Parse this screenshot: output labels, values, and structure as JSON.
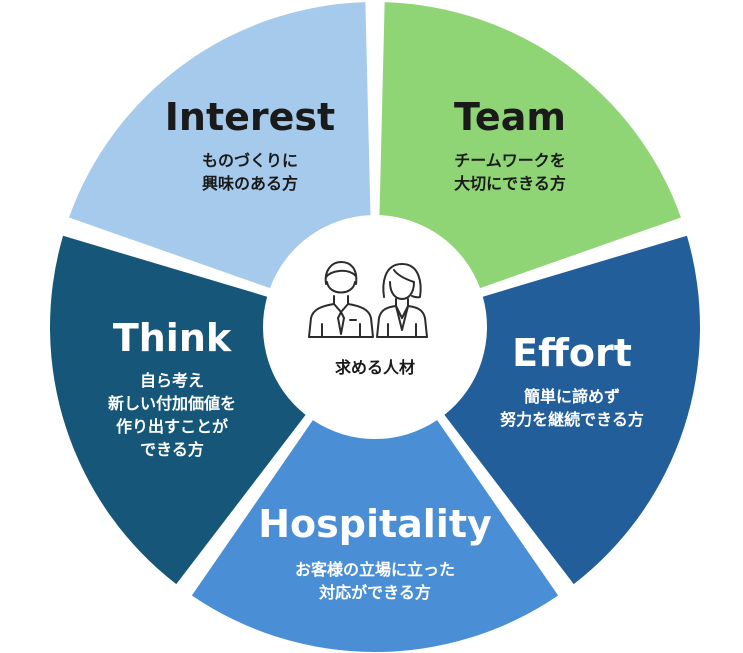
{
  "center": {
    "label": "求める人材",
    "icon": "people-icon"
  },
  "segments": [
    {
      "id": "team",
      "title": "Team",
      "desc": [
        "チームワークを",
        "大切にできる方"
      ],
      "color": "#8fd575",
      "text_color": "#1a1a1a"
    },
    {
      "id": "effort",
      "title": "Effort",
      "desc": [
        "簡単に諦めず",
        "努力を継続できる方"
      ],
      "color": "#225e9a",
      "text_color": "#ffffff"
    },
    {
      "id": "hospitality",
      "title": "Hospitality",
      "desc": [
        "お客様の立場に立った",
        "対応ができる方"
      ],
      "color": "#4a8fd6",
      "text_color": "#ffffff"
    },
    {
      "id": "think",
      "title": "Think",
      "desc": [
        "自ら考え",
        "新しい付加価値を",
        "作り出すことが",
        "できる方"
      ],
      "color": "#165779",
      "text_color": "#ffffff"
    },
    {
      "id": "interest",
      "title": "Interest",
      "desc": [
        "ものづくりに",
        "興味のある方"
      ],
      "color": "#a6caec",
      "text_color": "#1a1a1a"
    }
  ]
}
